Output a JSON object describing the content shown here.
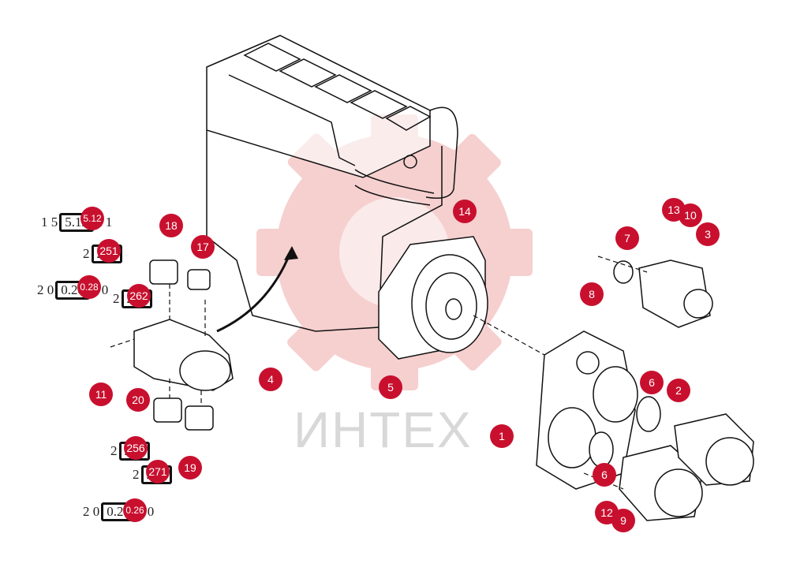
{
  "watermark": {
    "text": "ИНТЕХ",
    "gear_color": "#f3b7b7",
    "text_color": "#d6d6d6"
  },
  "callout_color": "#c8102e",
  "callouts": [
    {
      "label": "1"
    },
    {
      "label": "2"
    },
    {
      "label": "3"
    },
    {
      "label": "4"
    },
    {
      "label": "5"
    },
    {
      "label": "6"
    },
    {
      "label": "6"
    },
    {
      "label": "7"
    },
    {
      "label": "8"
    },
    {
      "label": "9"
    },
    {
      "label": "10"
    },
    {
      "label": "11"
    },
    {
      "label": "12"
    },
    {
      "label": "13"
    },
    {
      "label": "14"
    },
    {
      "label": "17"
    },
    {
      "label": "18"
    },
    {
      "label": "19"
    },
    {
      "label": "20"
    },
    {
      "label": "251"
    },
    {
      "label": "256"
    },
    {
      "label": "262"
    },
    {
      "label": "271"
    },
    {
      "label": "5.12"
    },
    {
      "label": "0.28"
    },
    {
      "label": "0.26"
    }
  ],
  "references": [
    {
      "prefix": "1 5",
      "box": "5.12",
      "suffix": "2 1"
    },
    {
      "prefix": "2",
      "box": "251",
      "suffix": ""
    },
    {
      "prefix": "2 0",
      "box": "0.28",
      "suffix": "8 0"
    },
    {
      "prefix": "2",
      "box": "262",
      "suffix": ""
    },
    {
      "prefix": "2",
      "box": "256",
      "suffix": ""
    },
    {
      "prefix": "2",
      "box": "271",
      "suffix": ""
    },
    {
      "prefix": "2 0",
      "box": "0.26",
      "suffix": "6 0"
    }
  ]
}
